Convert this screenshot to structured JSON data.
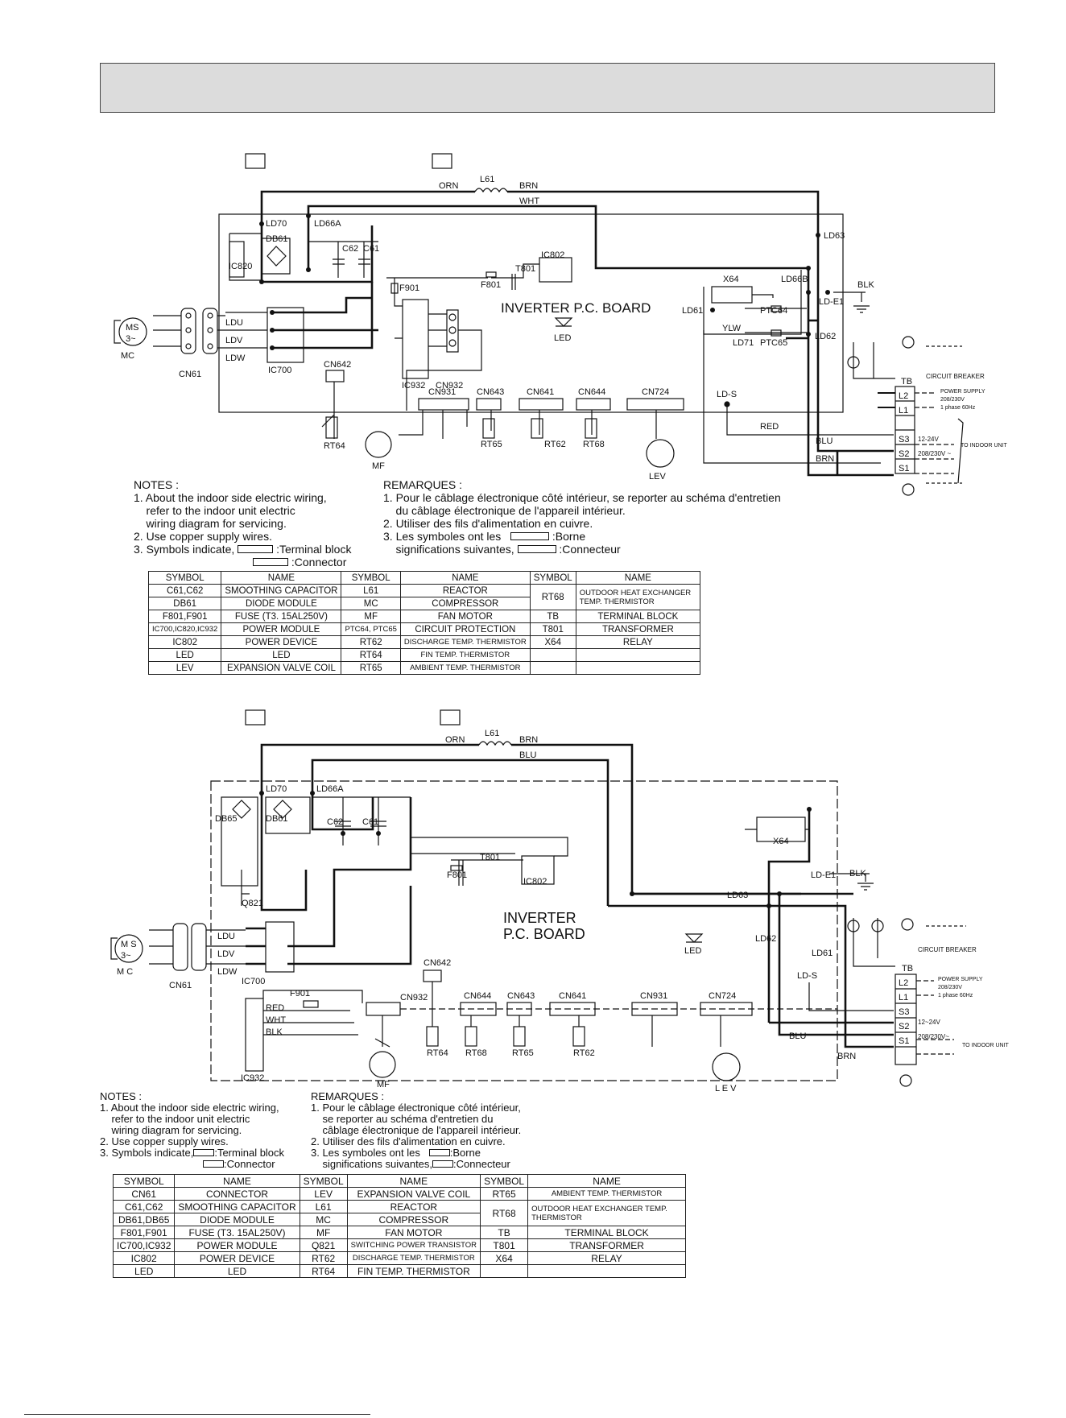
{
  "diagram1": {
    "board_title": "INVERTER P.C.  BOARD",
    "labels": {
      "orn": "ORN",
      "l61": "L61",
      "brn": "BRN",
      "wht": "WHT",
      "ld70": "LD70",
      "ld66a": "LD66A",
      "db61": "DB61",
      "ic820": "IC820",
      "c62": "C62",
      "c61": "C61",
      "ic802": "IC802",
      "t801": "T801",
      "f801": "F801",
      "f901": "F901",
      "ld63": "LD63",
      "x64": "X64",
      "ld66b": "LD66B",
      "ld61": "LD61",
      "ptc64": "PTC64",
      "ptc65": "PTC65",
      "ld71": "LD71",
      "ylw": "YLW",
      "ld62": "LD62",
      "lde1": "LD-E1",
      "blk": "BLK",
      "led": "LED",
      "ic932": "IC932",
      "cn932": "CN932",
      "ic700": "IC700",
      "ldu": "LDU",
      "ldv": "LDV",
      "ldw": "LDW",
      "cn61": "CN61",
      "cn642": "CN642",
      "rt64": "RT64",
      "mf": "MF",
      "cn931": "CN931",
      "cn643": "CN643",
      "rt65": "RT65",
      "cn641": "CN641",
      "rt62": "RT62",
      "cn644": "CN644",
      "rt68": "RT68",
      "cn724": "CN724",
      "lev": "LEV",
      "lds": "LD-S",
      "red": "RED",
      "blu": "BLU",
      "tb": "TB",
      "l2": "L2",
      "l1": "L1",
      "s3": "S3",
      "s2": "S2",
      "s1": "S1",
      "mc": "MC",
      "ms": "MS",
      "three_phase": "3~",
      "circuit_breaker": "CIRCUIT BREAKER",
      "power_supply": "POWER SUPPLY",
      "ps_voltage": "208/230V",
      "ps_phase": "1 phase 60Hz",
      "v12_24": "12-24V",
      "v208": "208/230V ~",
      "to_indoor": "TO INDOOR UNIT"
    },
    "notes_en": {
      "title": "NOTES :",
      "l1": "1. About the indoor side electric wiring,",
      "l2": "    refer to the indoor unit electric",
      "l3": "    wiring diagram for servicing.",
      "l4": "2. Use copper supply wires.",
      "l5": "3. Symbols indicate,",
      "tb": ":Terminal block",
      "cn": ":Connector"
    },
    "notes_fr": {
      "title": "REMARQUES :",
      "l1": "1. Pour le câblage électronique côté intérieur, se reporter au schéma d'entretien",
      "l2": "    du câblage électronique de l'appareil intérieur.",
      "l3": "2. Utiliser des fils d'alimentation en cuivre.",
      "l4a": "3. Les symboles ont les",
      "l4b": "    significations suivantes,",
      "tb": ":Borne",
      "cn": ":Connecteur"
    },
    "table": {
      "headers": [
        "SYMBOL",
        "NAME",
        "SYMBOL",
        "NAME",
        "SYMBOL",
        "NAME"
      ],
      "rows": [
        [
          "C61,C62",
          "SMOOTHING CAPACITOR",
          "L61",
          "REACTOR",
          "RT68",
          "OUTDOOR HEAT EXCHANGER TEMP. THERMISTOR"
        ],
        [
          "DB61",
          "DIODE MODULE",
          "MC",
          "COMPRESSOR",
          "",
          ""
        ],
        [
          "F801,F901",
          "FUSE (T3. 15AL250V)",
          "MF",
          "FAN MOTOR",
          "TB",
          "TERMINAL BLOCK"
        ],
        [
          "IC700,IC820,IC932",
          "POWER MODULE",
          "PTC64, PTC65",
          "CIRCUIT PROTECTION",
          "T801",
          "TRANSFORMER"
        ],
        [
          "IC802",
          "POWER DEVICE",
          "RT62",
          "DISCHARGE TEMP. THERMISTOR",
          "X64",
          "RELAY"
        ],
        [
          "LED",
          "LED",
          "RT64",
          "FIN TEMP. THERMISTOR",
          "",
          ""
        ],
        [
          "LEV",
          "EXPANSION VALVE COIL",
          "RT65",
          "AMBIENT TEMP. THERMISTOR",
          "",
          ""
        ]
      ]
    }
  },
  "diagram2": {
    "board_title_l1": "INVERTER",
    "board_title_l2": "P.C.  BOARD",
    "labels": {
      "orn": "ORN",
      "l61": "L61",
      "brn": "BRN",
      "blu": "BLU",
      "ld70": "LD70",
      "ld66a": "LD66A",
      "db65": "DB65",
      "db61": "DB61",
      "c62": "C62",
      "c61": "C61",
      "t801": "T801",
      "f801": "F801",
      "ic802": "IC802",
      "q821": "Q821",
      "x64": "X64",
      "lde1": "LD-E1",
      "blk": "BLK",
      "ld63": "LD63",
      "ld62": "LD62",
      "ld61": "LD61",
      "led": "LED",
      "lds": "LD-S",
      "ldu": "LDU",
      "ldv": "LDV",
      "ldw": "LDW",
      "ic700": "IC700",
      "cn61": "CN61",
      "wht": "WHT",
      "red": "RED",
      "f901": "F901",
      "ic932": "IC932",
      "cn932": "CN932",
      "cn642": "CN642",
      "cn644": "CN644",
      "cn643": "CN643",
      "cn641": "CN641",
      "cn931": "CN931",
      "cn724": "CN724",
      "rt64": "RT64",
      "rt68": "RT68",
      "rt65": "RT65",
      "rt62": "RT62",
      "mf": "MF",
      "lev": "L E V",
      "tb": "TB",
      "l2": "L2",
      "l1": "L1",
      "s3": "S3",
      "s2": "S2",
      "s1": "S1",
      "mc": "M C",
      "ms": "M S",
      "three_phase": "3~",
      "circuit_breaker": "CIRCUIT BREAKER",
      "power_supply": "POWER SUPPLY",
      "ps_voltage": "208/230V",
      "ps_phase": "1 phase 60Hz",
      "v12_24": "12~24V",
      "v208": "208/230V~",
      "to_indoor": "TO INDOOR UNIT"
    },
    "notes_en": {
      "title": "NOTES :",
      "l1": "1. About the indoor side electric wiring,",
      "l2": "    refer to the indoor unit electric",
      "l3": "    wiring diagram for servicing.",
      "l4": "2. Use copper supply wires.",
      "l5": "3. Symbols indicate,",
      "tb": ":Terminal block",
      "cn": ":Connector"
    },
    "notes_fr": {
      "title": "REMARQUES :",
      "l1": "1. Pour le câblage électronique côté intérieur,",
      "l2": "    se reporter au schéma d'entretien du",
      "l3": "    câblage électronique de l'appareil intérieur.",
      "l4": "2. Utiliser des fils d'alimentation en cuivre.",
      "l5": "3. Les symboles ont les",
      "l6": "    significations suivantes,",
      "tb": ":Borne",
      "cn": ":Connecteur"
    },
    "table": {
      "headers": [
        "SYMBOL",
        "NAME",
        "SYMBOL",
        "NAME",
        "SYMBOL",
        "NAME"
      ],
      "rows": [
        [
          "CN61",
          "CONNECTOR",
          "LEV",
          "EXPANSION VALVE COIL",
          "RT65",
          "AMBIENT TEMP. THERMISTOR"
        ],
        [
          "C61,C62",
          "SMOOTHING CAPACITOR",
          "L61",
          "REACTOR",
          "RT68",
          "OUTDOOR HEAT EXCHANGER TEMP. THERMISTOR"
        ],
        [
          "DB61,DB65",
          "DIODE MODULE",
          "MC",
          "COMPRESSOR",
          "",
          ""
        ],
        [
          "F801,F901",
          "FUSE (T3. 15AL250V)",
          "MF",
          "FAN MOTOR",
          "TB",
          "TERMINAL BLOCK"
        ],
        [
          "IC700,IC932",
          "POWER MODULE",
          "Q821",
          "SWITCHING POWER TRANSISTOR",
          "T801",
          "TRANSFORMER"
        ],
        [
          "IC802",
          "POWER DEVICE",
          "RT62",
          "DISCHARGE TEMP. THERMISTOR",
          "X64",
          "RELAY"
        ],
        [
          "LED",
          "LED",
          "RT64",
          "FIN TEMP. THERMISTOR",
          "",
          ""
        ]
      ]
    }
  }
}
